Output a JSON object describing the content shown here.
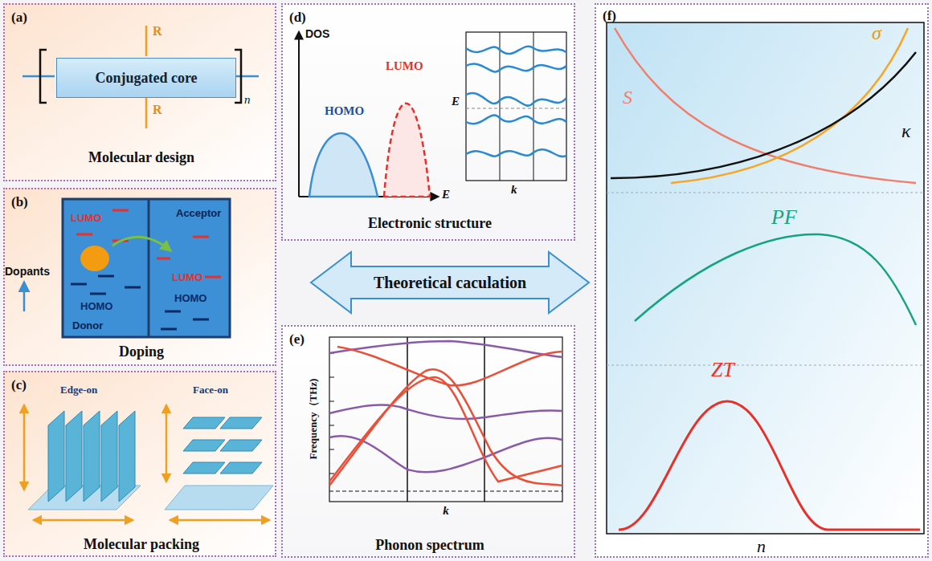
{
  "diagram": {
    "nodes": [
      {
        "text": [
          "(a)",
          "Molecular design"
        ]
      },
      {
        "text": [
          "Conjugated core"
        ],
        "in": 0
      },
      {
        "text": [
          "(b)",
          "Doping"
        ]
      },
      {
        "text": [
          "LUMO",
          "HOMO",
          "Donor"
        ],
        "in": 2
      },
      {
        "text": [
          "Acceptor",
          "LUMO",
          "HOMO"
        ],
        "in": 2
      },
      {
        "text": [
          "(c)",
          "Molecular packing"
        ]
      },
      {
        "text": [
          "(d)",
          "Electronic structure"
        ]
      },
      {
        "text": [
          "Theoretical caculation"
        ]
      },
      {
        "text": [
          "(e)",
          "Phonon spectrum"
        ]
      },
      {
        "text": [
          "(f)"
        ]
      }
    ],
    "labels": [
      "R",
      "R",
      "n",
      "Dopants",
      "Edge-on",
      "Face-on",
      "DOS",
      "HOMO",
      "LUMO",
      "E",
      "E",
      "k",
      "Frequency（THz)",
      "k",
      "S",
      "σ",
      "κ",
      "PF",
      "ZT",
      "n"
    ]
  }
}
